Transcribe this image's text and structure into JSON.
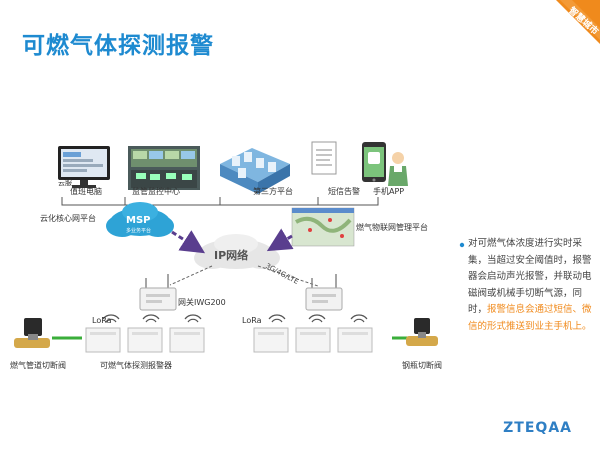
{
  "page": {
    "title": "可燃气体探测报警",
    "corner_tag": "智慧城市",
    "logo": "ZTEQAA"
  },
  "top_row": [
    {
      "label": "值班电脑"
    },
    {
      "label": "监管监控中心"
    },
    {
      "label": "第三方平台"
    },
    {
      "label": "短信告警"
    },
    {
      "label": "手机APP"
    }
  ],
  "pc_caption": "云服",
  "cloud_core": {
    "label": "云化核心网平台",
    "badge": "MSP",
    "badge_sub": "多业务平台"
  },
  "iot_platform": {
    "label": "燃气物联网管理平台"
  },
  "ip_network": {
    "label": "IP网络"
  },
  "gateway": {
    "label": "网关IWG200"
  },
  "link_3g": {
    "label": "3G/4G/LTE"
  },
  "lora": [
    "LoRa",
    "LoRa"
  ],
  "bottom": {
    "left_valve": "燃气管道切断阀",
    "detectors": "可燃气体探测报警器",
    "right_valve": "钢瓶切断阀"
  },
  "description": {
    "text_plain": "对可燃气体浓度进行实时采集，当超过安全阈值时，报警器会启动声光报警，并联动电磁阀或机械手切断气源，同时，",
    "text_highlight": "报警信息会通过短信、微信的形式推送到业主手机上。"
  },
  "colors": {
    "title_blue": "#1e8ad0",
    "corner_orange": "#f08a1c",
    "highlight_orange": "#f08a1c",
    "msp_cloud": "#2ea3d6",
    "arrow_purple": "#5a3e8e",
    "lora_green": "#3aae3a",
    "logo_blue": "#2f7fc4"
  }
}
